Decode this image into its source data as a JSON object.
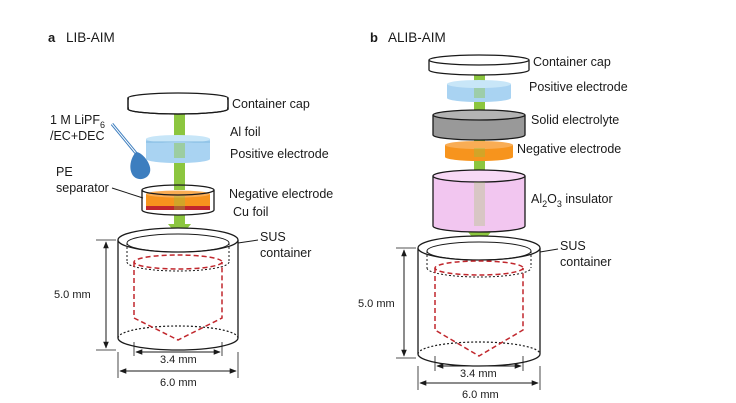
{
  "panels": [
    {
      "letter": "a",
      "title": "LIB-AIM",
      "labels": {
        "container_cap": "Container cap",
        "electrolyte_line1": "1 M LiPF",
        "electrolyte_sub": "6",
        "electrolyte_line2": "/EC+DEC",
        "al_foil": "Al foil",
        "positive_electrode": "Positive electrode",
        "pe_line1": "PE",
        "pe_line2": "separator",
        "negative_electrode": "Negative electrode",
        "cu_foil": "Cu foil",
        "sus_line1": "SUS",
        "sus_line2": "container",
        "height_dim": "5.0 mm",
        "inner_dim": "3.4 mm",
        "outer_dim": "6.0 mm"
      }
    },
    {
      "letter": "b",
      "title": "ALIB-AIM",
      "labels": {
        "container_cap": "Container cap",
        "positive_electrode": "Positive electrode",
        "solid_electrolyte": "Solid electrolyte",
        "negative_electrode": "Negative electrode",
        "insulator_pre": "Al",
        "insulator_sub1": "2",
        "insulator_mid": "O",
        "insulator_sub2": "3",
        "insulator_post": " insulator",
        "sus_line1": "SUS",
        "sus_line2": "container",
        "height_dim": "5.0 mm",
        "inner_dim": "3.4 mm",
        "outer_dim": "6.0 mm"
      }
    }
  ],
  "colors": {
    "arrow_green": "#8cc63f",
    "foil_blue": "#b8dcf0",
    "electrode_blue": "#a9d3f2",
    "negative_orange": "#f7941d",
    "cu_red": "#c1272d",
    "electrolyte_gray": "#999999",
    "insulator_pink": "#f2c6f0",
    "dashed_red": "#c1272d",
    "dropper_blue": "#3d7ebf"
  }
}
